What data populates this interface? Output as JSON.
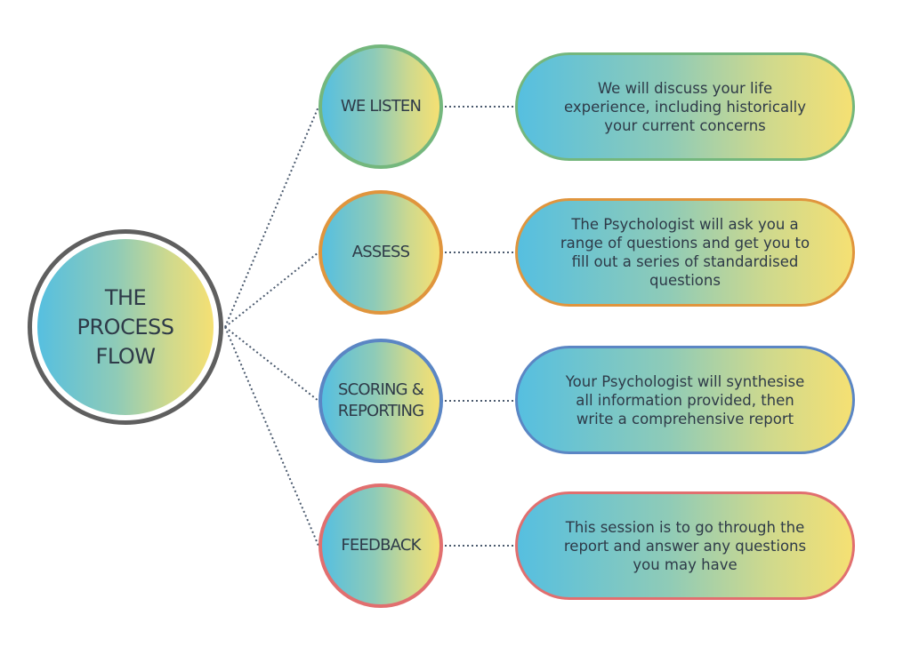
{
  "main": {
    "title": "THE\nPROCESS\nFLOW"
  },
  "steps": [
    {
      "label": "WE LISTEN",
      "description": "We will discuss your life experience, including historically your current concerns",
      "color": "#74b77d"
    },
    {
      "label": "ASSESS",
      "description": "The Psychologist will ask you a range of questions and get you to fill out a series of standardised questions",
      "color": "#e0953d"
    },
    {
      "label": "SCORING &\nREPORTING",
      "description": "Your Psychologist will synthesise all information provided, then write a comprehensive report",
      "color": "#5b86c4"
    },
    {
      "label": "FEEDBACK",
      "description": "This session is to go through the report and answer any questions you may have",
      "color": "#e16f6f"
    }
  ],
  "colors": {
    "gradient_start": "#56bfe0",
    "gradient_end": "#f5e073",
    "connector": "#4b5a6e",
    "main_border": "#5f5f5f",
    "main_ring": "#d9d9d9"
  }
}
